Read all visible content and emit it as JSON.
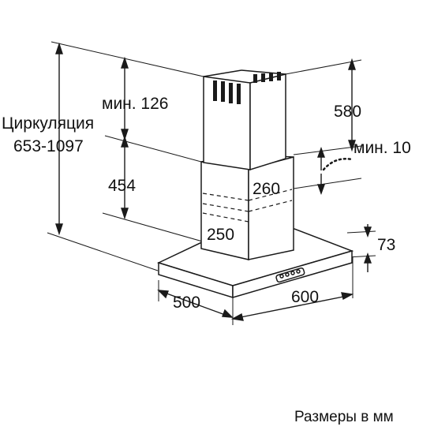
{
  "drawing": {
    "line_color": "#1a1a1a",
    "background": "#ffffff",
    "dimensions": {
      "circulation_title": "Циркуляция",
      "circulation_range": "653-1097",
      "min_126": "мин. 126",
      "h_454": "454",
      "h_580": "580",
      "min_10": "мин. 10",
      "d_260": "260",
      "d_250": "250",
      "h_73": "73",
      "w_500": "500",
      "w_600": "600"
    },
    "footer": "Размеры в мм"
  }
}
